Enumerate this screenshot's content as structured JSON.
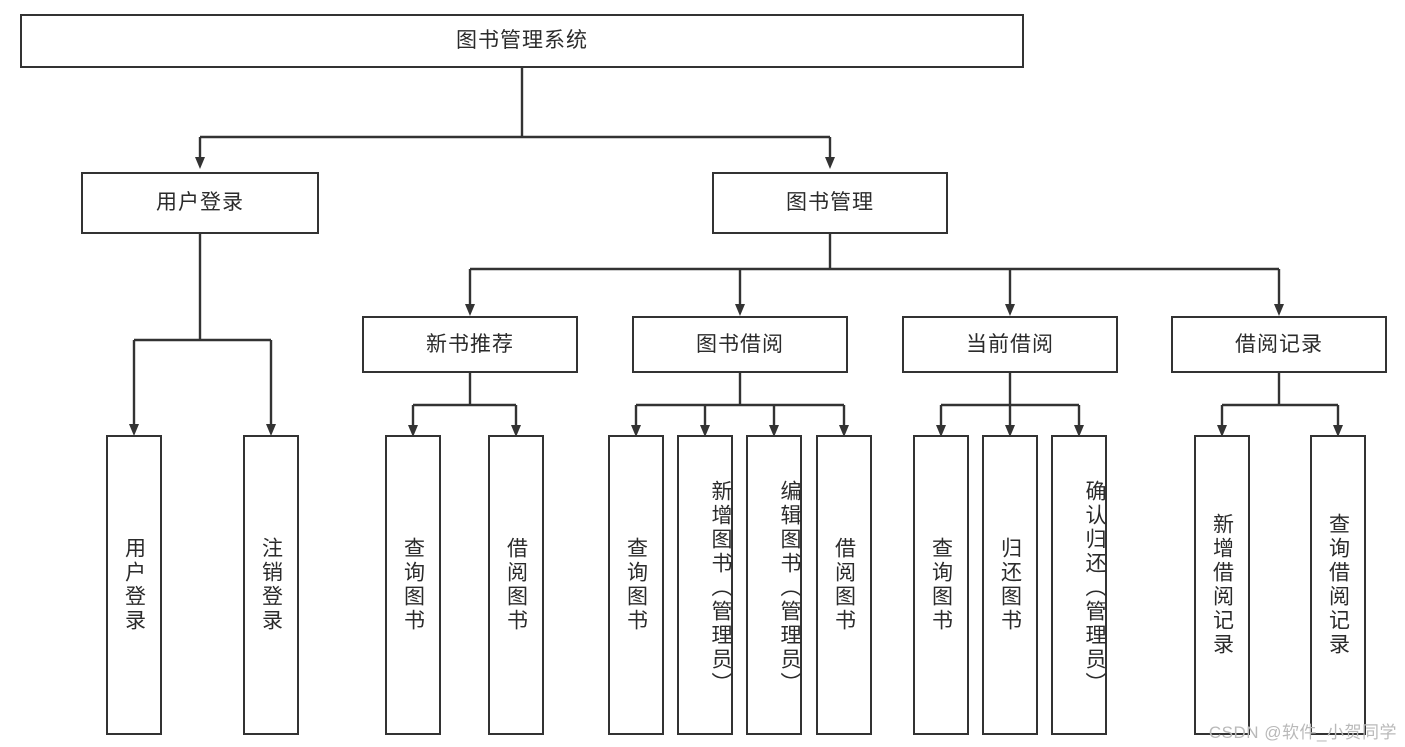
{
  "diagram": {
    "type": "hierarchy-tree",
    "title": "图书管理系统",
    "root": {
      "id": "root",
      "label": "图书管理系统",
      "orientation": "horizontal"
    },
    "level2": [
      {
        "id": "user-login",
        "label": "用户登录",
        "orientation": "horizontal"
      },
      {
        "id": "book-manage",
        "label": "图书管理",
        "orientation": "horizontal"
      }
    ],
    "level3": [
      {
        "id": "new-book-recommend",
        "label": "新书推荐",
        "orientation": "horizontal",
        "parent": "book-manage"
      },
      {
        "id": "book-borrow",
        "label": "图书借阅",
        "orientation": "horizontal",
        "parent": "book-manage"
      },
      {
        "id": "current-borrow",
        "label": "当前借阅",
        "orientation": "horizontal",
        "parent": "book-manage"
      },
      {
        "id": "borrow-record",
        "label": "借阅记录",
        "orientation": "horizontal",
        "parent": "book-manage"
      }
    ],
    "leaves": [
      {
        "id": "leaf-user-login",
        "label": "用户登录",
        "parent": "user-login",
        "align": "middle"
      },
      {
        "id": "leaf-user-logout",
        "label": "注销登录",
        "parent": "user-login",
        "align": "middle"
      },
      {
        "id": "leaf-query-book-1",
        "label": "查询图书",
        "parent": "new-book-recommend",
        "align": "middle"
      },
      {
        "id": "leaf-borrow-book-1",
        "label": "借阅图书",
        "parent": "new-book-recommend",
        "align": "middle"
      },
      {
        "id": "leaf-query-book-2",
        "label": "查询图书",
        "parent": "book-borrow",
        "align": "middle"
      },
      {
        "id": "leaf-add-book-admin",
        "label": "新增图书（管理员）",
        "parent": "book-borrow",
        "align": "top"
      },
      {
        "id": "leaf-edit-book-admin",
        "label": "编辑图书（管理员）",
        "parent": "book-borrow",
        "align": "top"
      },
      {
        "id": "leaf-borrow-book-2",
        "label": "借阅图书",
        "parent": "book-borrow",
        "align": "middle"
      },
      {
        "id": "leaf-query-book-3",
        "label": "查询图书",
        "parent": "current-borrow",
        "align": "middle"
      },
      {
        "id": "leaf-return-book",
        "label": "归还图书",
        "parent": "current-borrow",
        "align": "middle"
      },
      {
        "id": "leaf-confirm-return-admin",
        "label": "确认归还（管理员）",
        "parent": "current-borrow",
        "align": "top"
      },
      {
        "id": "leaf-add-borrow-record",
        "label": "新增借阅记录",
        "parent": "borrow-record",
        "align": "middle"
      },
      {
        "id": "leaf-query-borrow-record",
        "label": "查询借阅记录",
        "parent": "borrow-record",
        "align": "middle"
      }
    ],
    "colors": {
      "stroke": "#333333",
      "text": "#2b2b2b",
      "background": "#ffffff",
      "watermark": "#b9b9b9"
    }
  },
  "watermark": {
    "text": "CSDN @软件_小贺同学"
  }
}
